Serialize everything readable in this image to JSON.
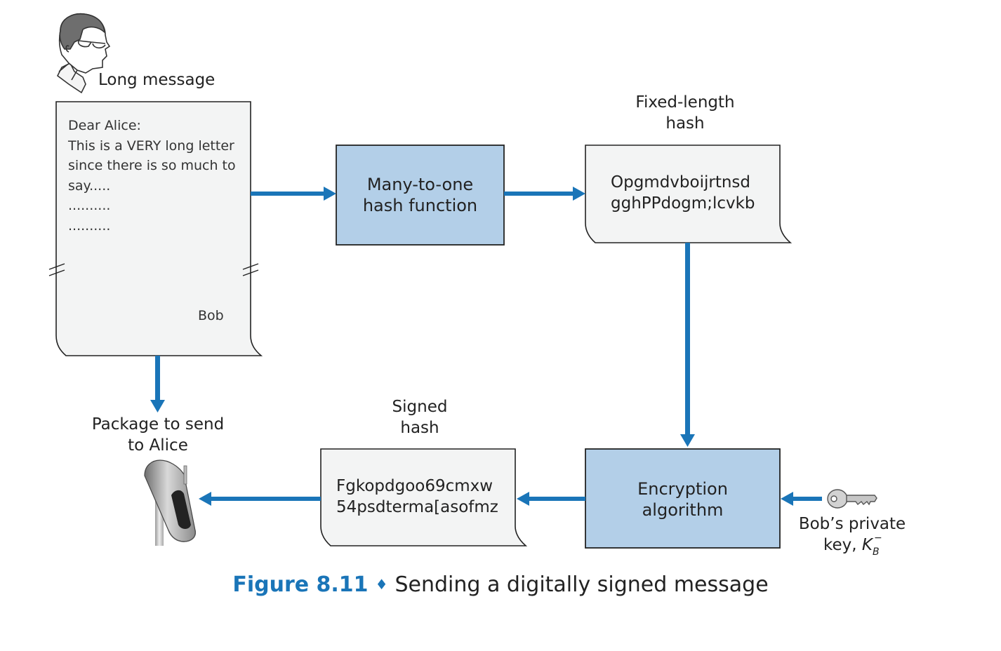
{
  "colors": {
    "arrow": "#1a75b8",
    "process_box": "#b3cfe8",
    "document_box": "#f3f4f4",
    "outline": "#222222",
    "caption_accent": "#1a75b8"
  },
  "icons": {
    "sender": "person-head-icon",
    "key": "key-icon",
    "mailbox": "mailbox-icon"
  },
  "labels": {
    "long_message": "Long message",
    "fixed_length_hash_line1": "Fixed-length",
    "fixed_length_hash_line2": "hash",
    "signed_hash_line1": "Signed",
    "signed_hash_line2": "hash",
    "package_line1": "Package to send",
    "package_line2": "to Alice",
    "private_key_line1": "Bob’s private",
    "private_key_prefix": "key, ",
    "private_key_symbol": "K",
    "private_key_sub": "B",
    "private_key_sup": "−"
  },
  "letter": {
    "lines": [
      "Dear Alice:",
      "This is a VERY long letter",
      "since there is so much to",
      "say.....",
      "..........",
      ".........."
    ],
    "signature": "Bob"
  },
  "boxes": {
    "hash_function_line1": "Many-to-one",
    "hash_function_line2": "hash function",
    "hash_value_line1": "Opgmdvboijrtnsd",
    "hash_value_line2": "gghPPdogm;lcvkb",
    "encryption_line1": "Encryption",
    "encryption_line2": "algorithm",
    "signed_value_line1": "Fgkopdgoo69cmxw",
    "signed_value_line2": "54psdterma[asofmz"
  },
  "caption": {
    "figure": "Figure 8.11",
    "separator": "♦",
    "title": "Sending a digitally signed message"
  }
}
